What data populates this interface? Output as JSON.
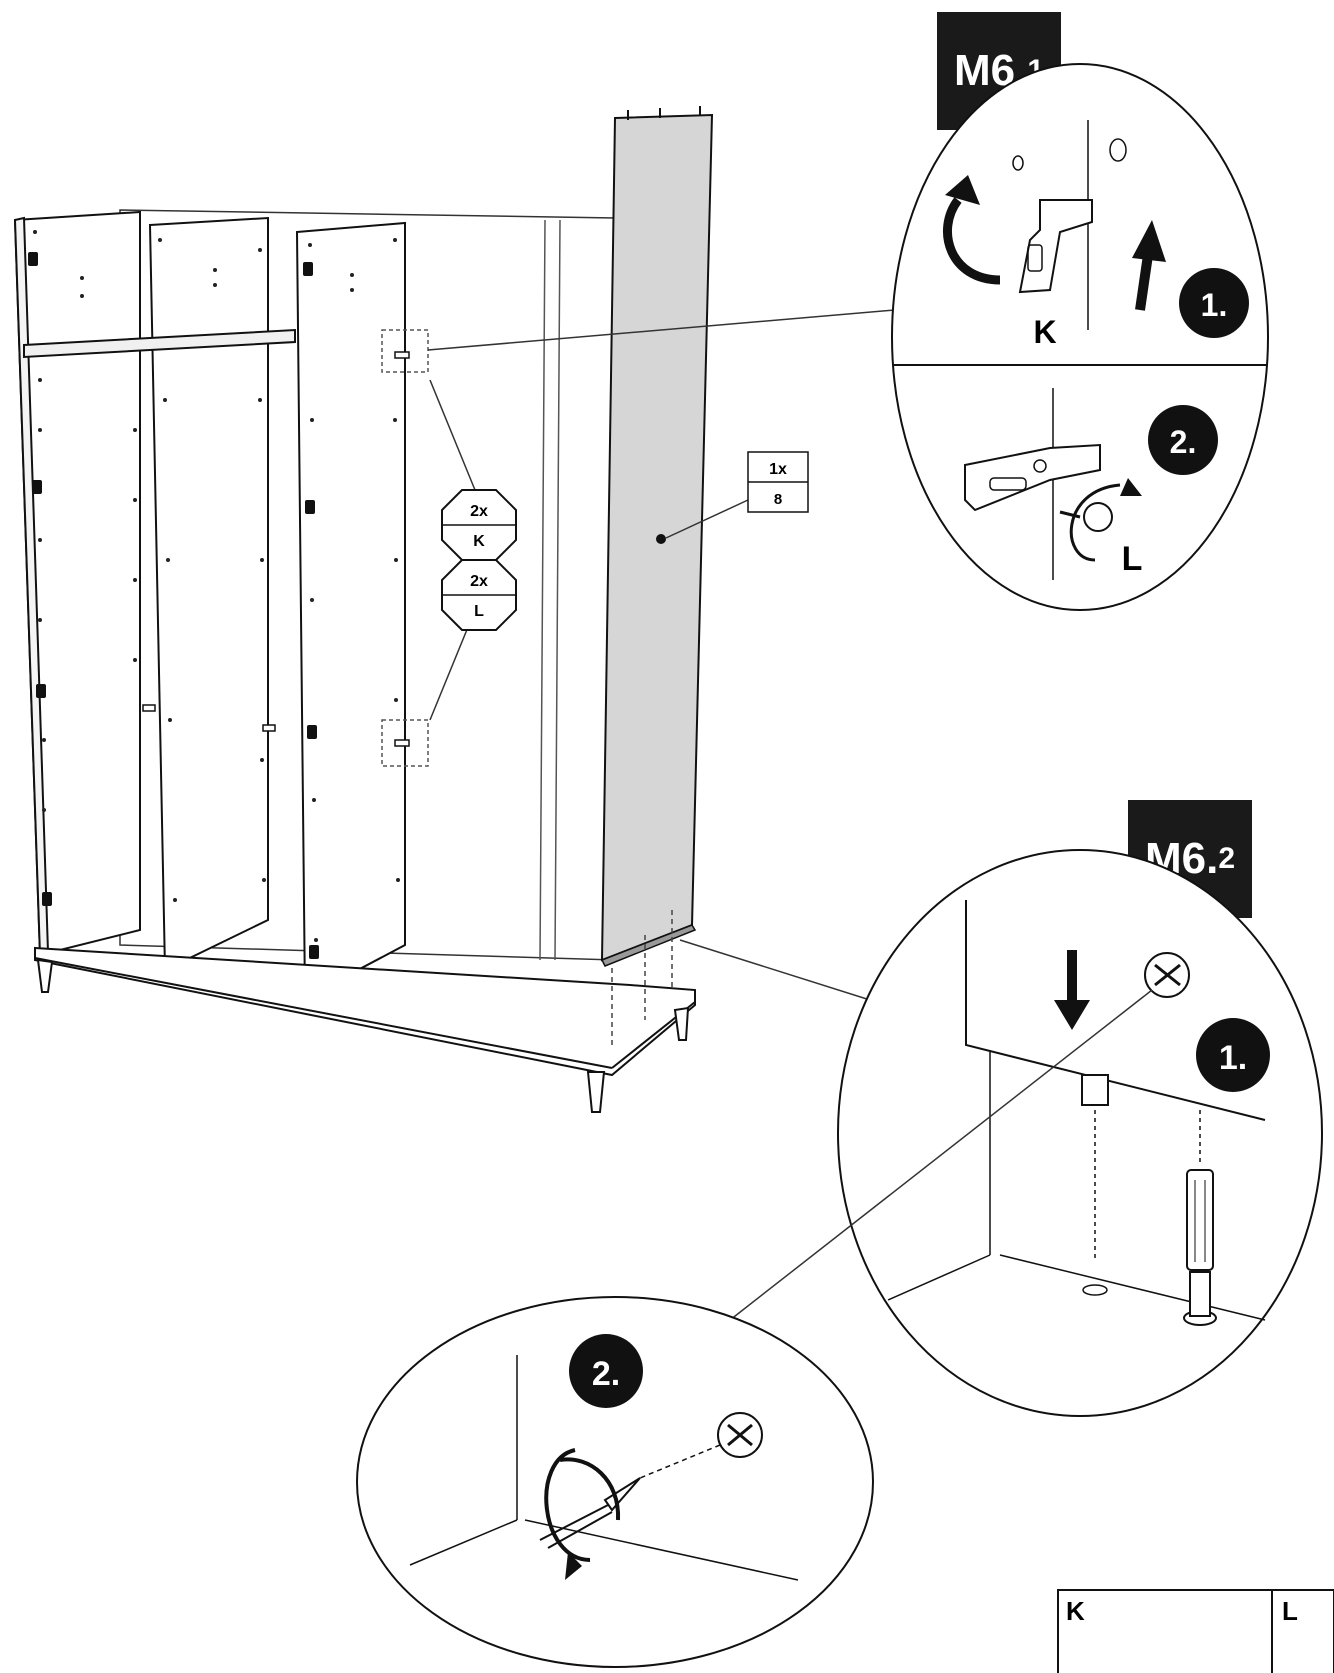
{
  "steps": {
    "m61": {
      "prefix": "M6.",
      "suffix": "1"
    },
    "m62": {
      "prefix": "M6.",
      "suffix": "2"
    }
  },
  "callouts": {
    "k_qty": "2x",
    "k_part": "K",
    "l_qty": "2x",
    "l_part": "L",
    "panel_qty": "1x",
    "panel_part": "8"
  },
  "detail1": {
    "step1": "1.",
    "step2": "2.",
    "part_k": "K",
    "part_l": "L"
  },
  "detail2": {
    "step1": "1.",
    "step2": "2."
  },
  "parts_table": {
    "col1": "K",
    "col2": "L"
  }
}
